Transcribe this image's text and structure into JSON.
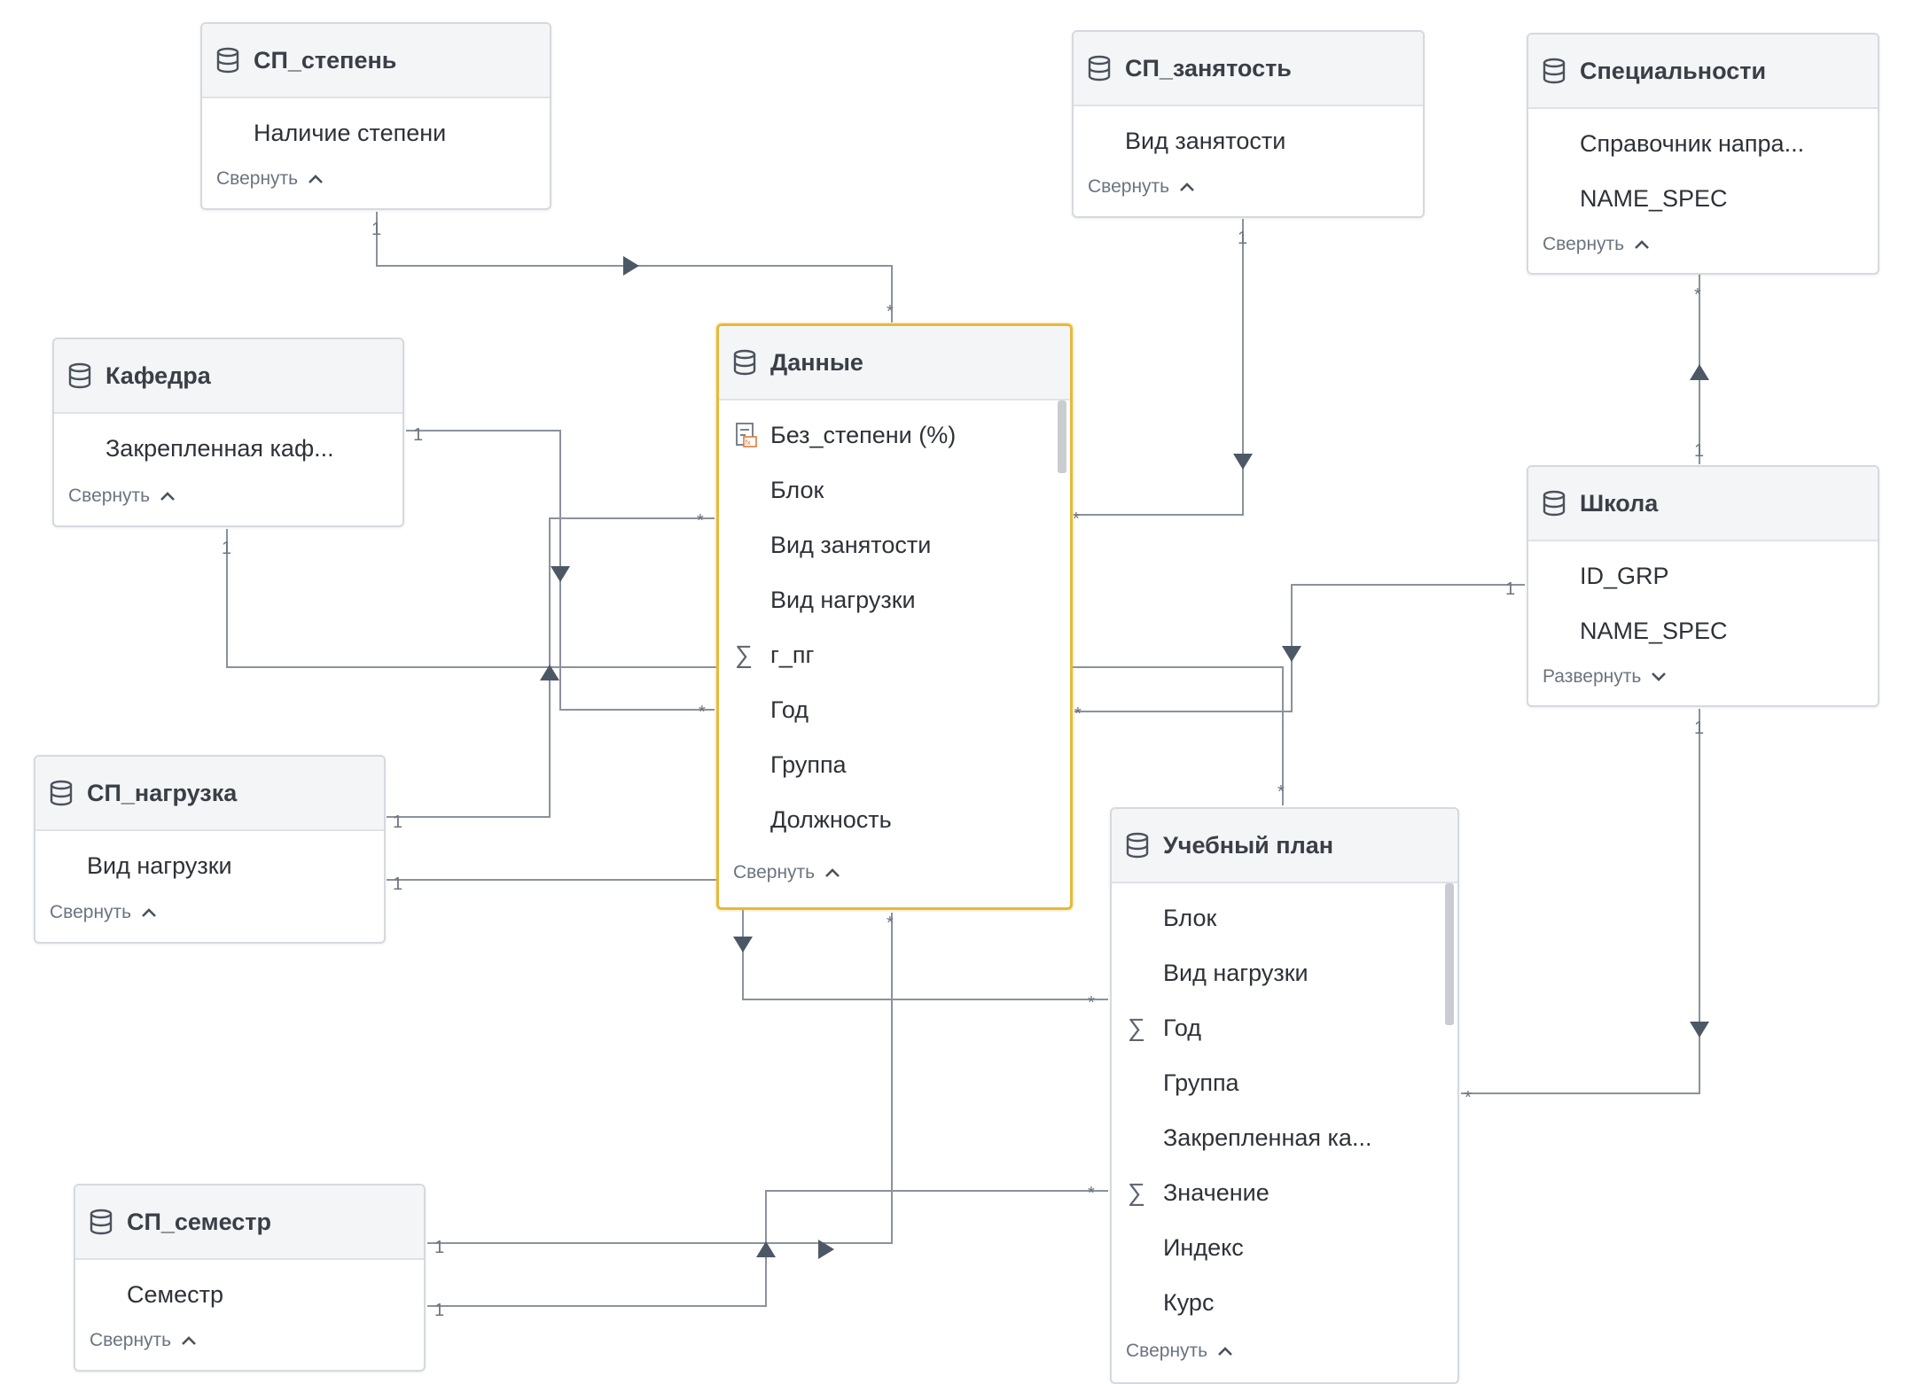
{
  "palette": {
    "line": "#8a929c",
    "arrow": "#4d5866",
    "selected_border": "#e6b93a",
    "header_bg": "#f4f5f7"
  },
  "tables": {
    "sp_stepen": {
      "title": "СП_степень",
      "fields": [
        {
          "label": "Наличие степени"
        }
      ],
      "toggle": "Свернуть"
    },
    "sp_zanyatost": {
      "title": "СП_занятость",
      "fields": [
        {
          "label": "Вид занятости"
        }
      ],
      "toggle": "Свернуть"
    },
    "specialnosti": {
      "title": "Специальности",
      "fields": [
        {
          "label": "Справочник напра..."
        },
        {
          "label": "NAME_SPEC"
        }
      ],
      "toggle": "Свернуть"
    },
    "kafedra": {
      "title": "Кафедра",
      "fields": [
        {
          "label": "Закрепленная каф..."
        }
      ],
      "toggle": "Свернуть"
    },
    "dannye": {
      "title": "Данные",
      "fields": [
        {
          "label": "Без_степени (%)",
          "icon": "calc-icon"
        },
        {
          "label": "Блок"
        },
        {
          "label": "Вид занятости"
        },
        {
          "label": "Вид нагрузки"
        },
        {
          "label": "г_пг",
          "icon": "sigma-icon"
        },
        {
          "label": "Год"
        },
        {
          "label": "Группа"
        },
        {
          "label": "Должность"
        }
      ],
      "toggle": "Свернуть"
    },
    "shkola": {
      "title": "Школа",
      "fields": [
        {
          "label": "ID_GRP"
        },
        {
          "label": "NAME_SPEC"
        }
      ],
      "toggle": "Развернуть"
    },
    "sp_nagruzka": {
      "title": "СП_нагрузка",
      "fields": [
        {
          "label": "Вид нагрузки"
        }
      ],
      "toggle": "Свернуть"
    },
    "uchebny_plan": {
      "title": "Учебный план",
      "fields": [
        {
          "label": "Блок"
        },
        {
          "label": "Вид нагрузки"
        },
        {
          "label": "Год",
          "icon": "sigma-icon"
        },
        {
          "label": "Группа"
        },
        {
          "label": "Закрепленная ка..."
        },
        {
          "label": "Значение",
          "icon": "sigma-icon"
        },
        {
          "label": "Индекс"
        },
        {
          "label": "Курс"
        }
      ],
      "toggle": "Свернуть"
    },
    "sp_semestr": {
      "title": "СП_семестр",
      "fields": [
        {
          "label": "Семестр"
        }
      ],
      "toggle": "Свернуть"
    }
  },
  "cardinality": {
    "one": "1",
    "many": "*"
  }
}
